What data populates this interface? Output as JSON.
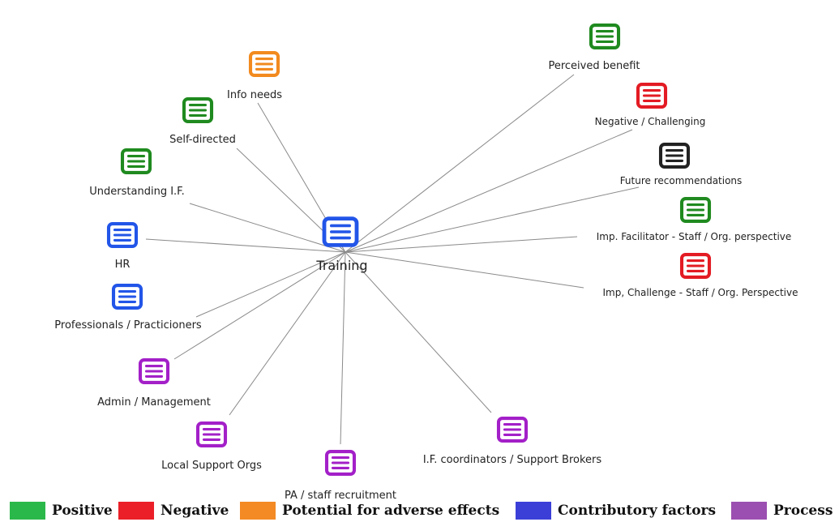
{
  "center": {
    "label": "Training",
    "category": "contributory"
  },
  "nodes": [
    {
      "id": "perceived-benefit",
      "label": "Perceived benefit",
      "category": "positive"
    },
    {
      "id": "negative-challenging",
      "label": "Negative / Challenging",
      "category": "negative"
    },
    {
      "id": "future-recommendations",
      "label": "Future recommendations",
      "category": "neutral"
    },
    {
      "id": "imp-facilitator",
      "label": "Imp. Facilitator - Staff / Org. perspective",
      "category": "positive"
    },
    {
      "id": "imp-challenge",
      "label": "Imp, Challenge - Staff / Org. Perspective",
      "category": "negative"
    },
    {
      "id": "if-coordinators",
      "label": "I.F. coordinators / Support Brokers",
      "category": "process"
    },
    {
      "id": "pa-staff-recruitment",
      "label": "PA / staff recruitment",
      "category": "process"
    },
    {
      "id": "local-support-orgs",
      "label": "Local Support Orgs",
      "category": "process"
    },
    {
      "id": "admin-management",
      "label": "Admin / Management",
      "category": "process"
    },
    {
      "id": "professionals",
      "label": "Professionals / Practicioners",
      "category": "contributory"
    },
    {
      "id": "hr",
      "label": "HR",
      "category": "contributory"
    },
    {
      "id": "understanding-if",
      "label": "Understanding I.F.",
      "category": "positive"
    },
    {
      "id": "self-directed",
      "label": "Self-directed",
      "category": "positive"
    },
    {
      "id": "info-needs",
      "label": "Info needs",
      "category": "adverse"
    }
  ],
  "colors": {
    "positive": "#1f8a1f",
    "negative": "#e31b23",
    "adverse": "#f28a1e",
    "contributory": "#2255e8",
    "process": "#a320c8",
    "neutral": "#222222",
    "line": "#8a8a8a"
  },
  "icon": "list-document-icon",
  "legend": [
    {
      "label": "Positive",
      "color": "#2bb84a",
      "key": "positive"
    },
    {
      "label": "Negative",
      "color": "#ea1f28",
      "key": "negative"
    },
    {
      "label": "Potential for adverse effects",
      "color": "#f48a24",
      "key": "adverse"
    },
    {
      "label": "Contributory factors",
      "color": "#3b3fd8",
      "key": "contributory"
    },
    {
      "label": "Process",
      "color": "#9b4fb0",
      "key": "process"
    }
  ]
}
